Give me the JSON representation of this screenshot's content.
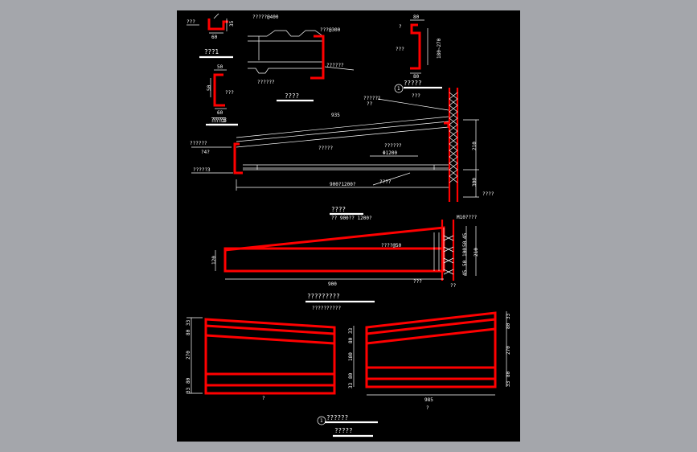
{
  "drawing": {
    "colors": {
      "background_outer": "#a4a6ab",
      "sheet": "#000000",
      "section": "#ff0000",
      "line": "#ffffff"
    },
    "detail_a": {
      "title": "???1",
      "label_top": "???",
      "dim_h": "60",
      "dim_v": "35"
    },
    "detail_b": {
      "title": "???3",
      "dim_top": "50",
      "dim_left": "50",
      "dim_bottom": "60",
      "label_right": "???"
    },
    "detail_c": {
      "title": "????",
      "label_1": "?????@400",
      "label_2": "???@300",
      "label_3": "??????"
    },
    "detail_d": {
      "dim_top": "80",
      "dim_bottom": "80",
      "dim_v": "180~270",
      "label_1": "?",
      "label_2": "???"
    },
    "section_1": {
      "title": "?????",
      "labels": [
        "?????1",
        "??",
        "???",
        "??????",
        "?4?",
        "?????3",
        "?????",
        "??????",
        "Φ1200",
        "????",
        "????"
      ],
      "dim_top": "935",
      "dim_bottom": "900?1200?",
      "dim_right_1": "210",
      "dim_right_2": "300"
    },
    "plan": {
      "title": "????",
      "subtitle": "?? 900?? 1200?",
      "label_top": "M10????",
      "label_mid": "????@50",
      "label_bottom": "???",
      "label_right": "??",
      "dim_left": "120",
      "dim_bottom": "900",
      "dims_right": [
        "45",
        "50",
        "100",
        "50",
        "45",
        "210"
      ]
    },
    "elevation_title": "?????????",
    "elevation_subtitle": "??????????",
    "elev_left": {
      "dims_left": [
        "33",
        "80",
        "270",
        "80",
        "33"
      ],
      "label_bottom": "?"
    },
    "elev_right": {
      "dims_left": [
        "33",
        "80",
        "180",
        "80",
        "33"
      ],
      "dims_right": [
        "33",
        "80",
        "270",
        "80",
        "33"
      ],
      "dim_bottom": "985",
      "label_bottom": "?"
    },
    "footer": {
      "marker": "1",
      "title": "??????",
      "subtitle": "?????"
    }
  }
}
